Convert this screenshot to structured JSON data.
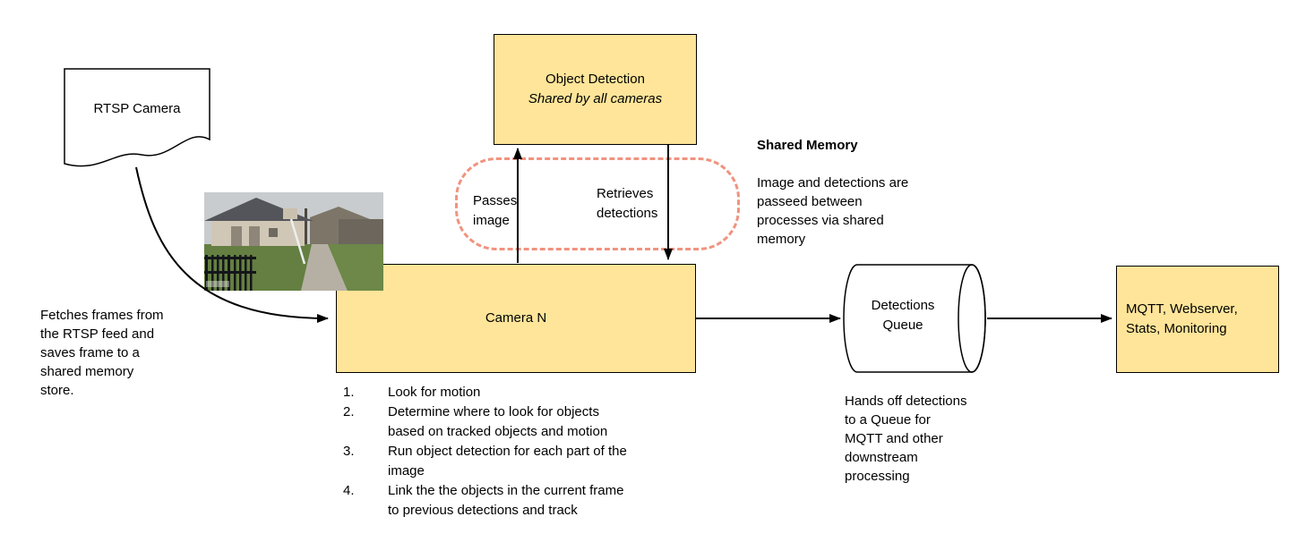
{
  "colors": {
    "box_fill": "#ffe599",
    "box_border": "#000000",
    "shared_memory_dashed": "#f0937f",
    "arrow": "#000000"
  },
  "nodes": {
    "rtsp_camera": {
      "label": "RTSP Camera"
    },
    "object_detection": {
      "title": "Object Detection",
      "subtitle": "Shared by all cameras"
    },
    "camera_n": {
      "label": "Camera N"
    },
    "detections_queue": {
      "label": "Detections\nQueue"
    },
    "mqtt": {
      "label": "MQTT, Webserver,\nStats, Monitoring"
    }
  },
  "edge_labels": {
    "passes_image": "Passes\nimage",
    "retrieves_detections": "Retrieves\ndetections"
  },
  "notes": {
    "shared_memory": {
      "title": "Shared Memory",
      "body": "Image and detections are\npasseed between\nprocesses via shared\nmemory"
    },
    "fetch_frames": "Fetches frames from\nthe RTSP feed and\nsaves frame to a\nshared memory\nstore.",
    "queue_handoff": "Hands off detections\nto a Queue for\nMQTT and other\ndownstream\nprocessing"
  },
  "camera_steps": [
    {
      "num": "1.",
      "text": "Look for motion"
    },
    {
      "num": "2.",
      "text": "Determine where to look for objects\nbased on tracked objects and motion"
    },
    {
      "num": "3.",
      "text": "Run object detection for each part of the\nimage"
    },
    {
      "num": "4.",
      "text": "Link the the objects in the current frame\nto previous detections and track"
    }
  ]
}
